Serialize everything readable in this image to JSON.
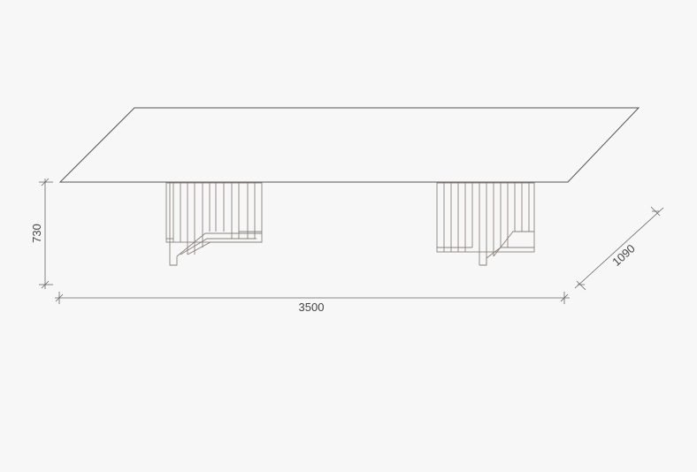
{
  "dimensions": {
    "height": "730",
    "length": "3500",
    "depth": "1090"
  },
  "colors": {
    "background": "#f7f7f7",
    "outline": "#555555",
    "legs": "#8a8078",
    "dimension_lines": "#666666",
    "dimension_text": "#444444"
  }
}
